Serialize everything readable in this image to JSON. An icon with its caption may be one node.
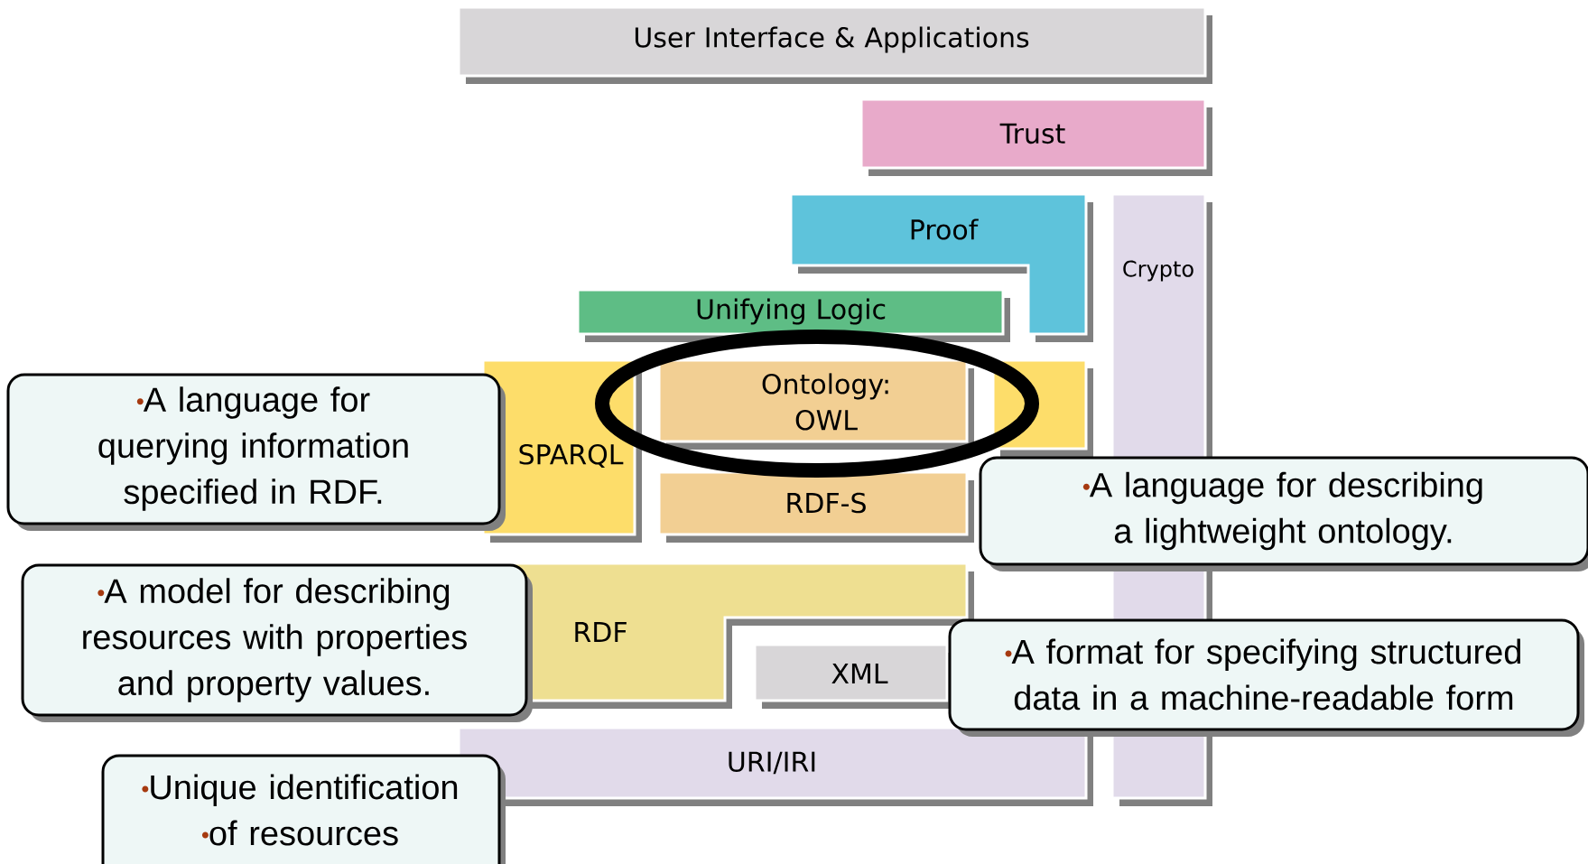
{
  "diagram": {
    "nodes": [
      {
        "text": [
          "User Interface & Applications"
        ]
      },
      {
        "text": [
          "Trust"
        ]
      },
      {
        "text": [
          "Proof"
        ]
      },
      {
        "text": [
          "Crypto"
        ]
      },
      {
        "text": [
          "Unifying Logic"
        ]
      },
      {
        "text": [
          "SPARQL"
        ]
      },
      {
        "text": [
          "Ontology: OWL"
        ]
      },
      {
        "text": [],
        "shape": "box"
      },
      {
        "text": [
          "RDF-S"
        ]
      },
      {
        "text": [
          "RDF"
        ]
      },
      {
        "text": [
          "XML"
        ]
      },
      {
        "text": [
          "URI/IRI"
        ]
      },
      {
        "text": [
          "A language for querying information specified in RDF."
        ]
      },
      {
        "text": [
          "A language for describing a lightweight ontology."
        ]
      },
      {
        "text": [
          "A model for describing resources with properties and property values."
        ]
      },
      {
        "text": [
          "A format for specifying structured data in a machine-readable form"
        ]
      },
      {
        "text": [
          "Unique identification",
          "of resources"
        ]
      }
    ],
    "edges": []
  }
}
